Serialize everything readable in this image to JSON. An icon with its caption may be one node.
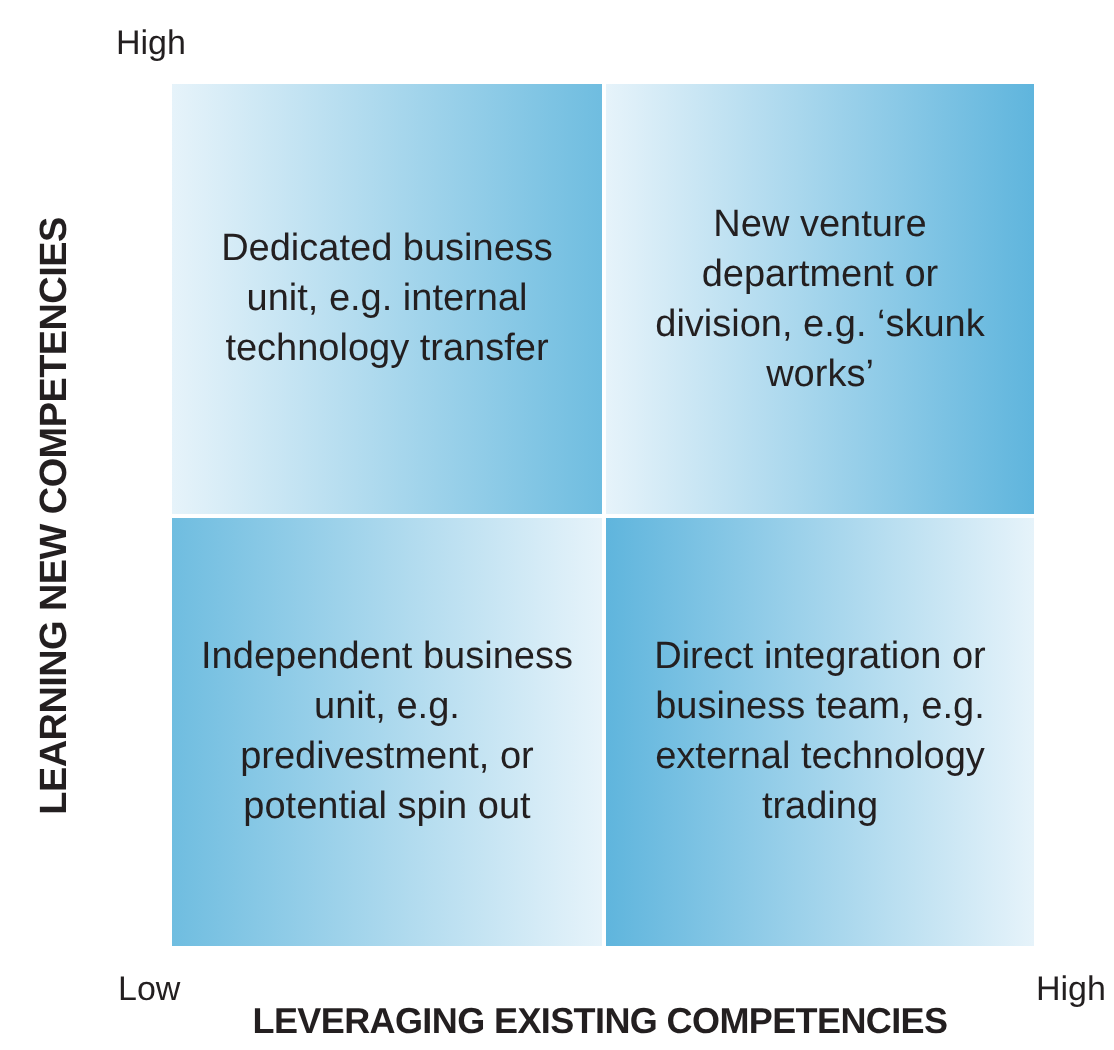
{
  "diagram": {
    "nodes": [
      {
        "text": [
          "Dedicated business unit, e.g. internal technology transfer"
        ]
      },
      {
        "text": [
          "New venture department or division, e.g. ‘skunk works’"
        ]
      },
      {
        "text": [
          "Independent business unit, e.g. predivestment, or potential spin out"
        ]
      },
      {
        "text": [
          "Direct integration or business team, e.g. external technology trading"
        ]
      }
    ],
    "labels": [
      "High",
      "LEARNING NEW COMPETENCIES",
      "Low",
      "LEVERAGING EXISTING COMPETENCIES",
      "High"
    ]
  }
}
